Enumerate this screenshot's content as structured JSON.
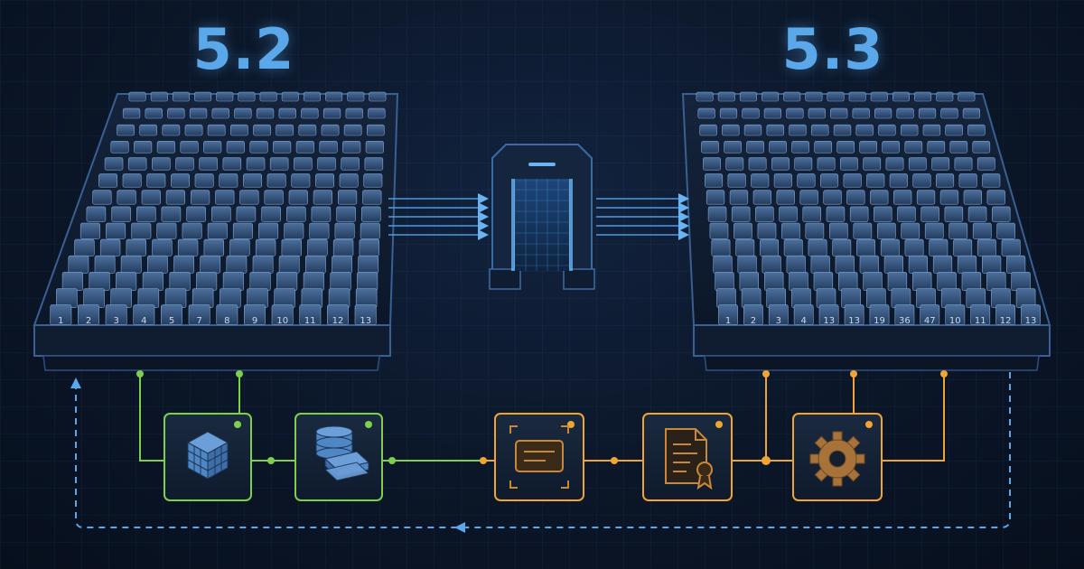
{
  "versions": {
    "left": "5.2",
    "right": "5.3"
  },
  "tray_left_labels": [
    "1",
    "2",
    "3",
    "4",
    "5",
    "7",
    "8",
    "9",
    "10",
    "11",
    "12",
    "13"
  ],
  "tray_right_labels": [
    "1",
    "2",
    "3",
    "4",
    "13",
    "13",
    "19",
    "36",
    "47",
    "10",
    "11",
    "12",
    "13"
  ],
  "pipeline": [
    {
      "name": "cube-stack",
      "icon": "cube-icon",
      "color": "#7ed04a"
    },
    {
      "name": "database",
      "icon": "database-icon",
      "color": "#7ed04a"
    },
    {
      "name": "message",
      "icon": "message-icon",
      "color": "#f0a532"
    },
    {
      "name": "certificate",
      "icon": "certificate-icon",
      "color": "#f0a532"
    },
    {
      "name": "settings",
      "icon": "gear-icon",
      "color": "#f0a532"
    }
  ],
  "colors": {
    "accent_blue": "#5aa8ea",
    "green": "#7ed04a",
    "orange": "#f0a532",
    "background": "#0b1628"
  }
}
